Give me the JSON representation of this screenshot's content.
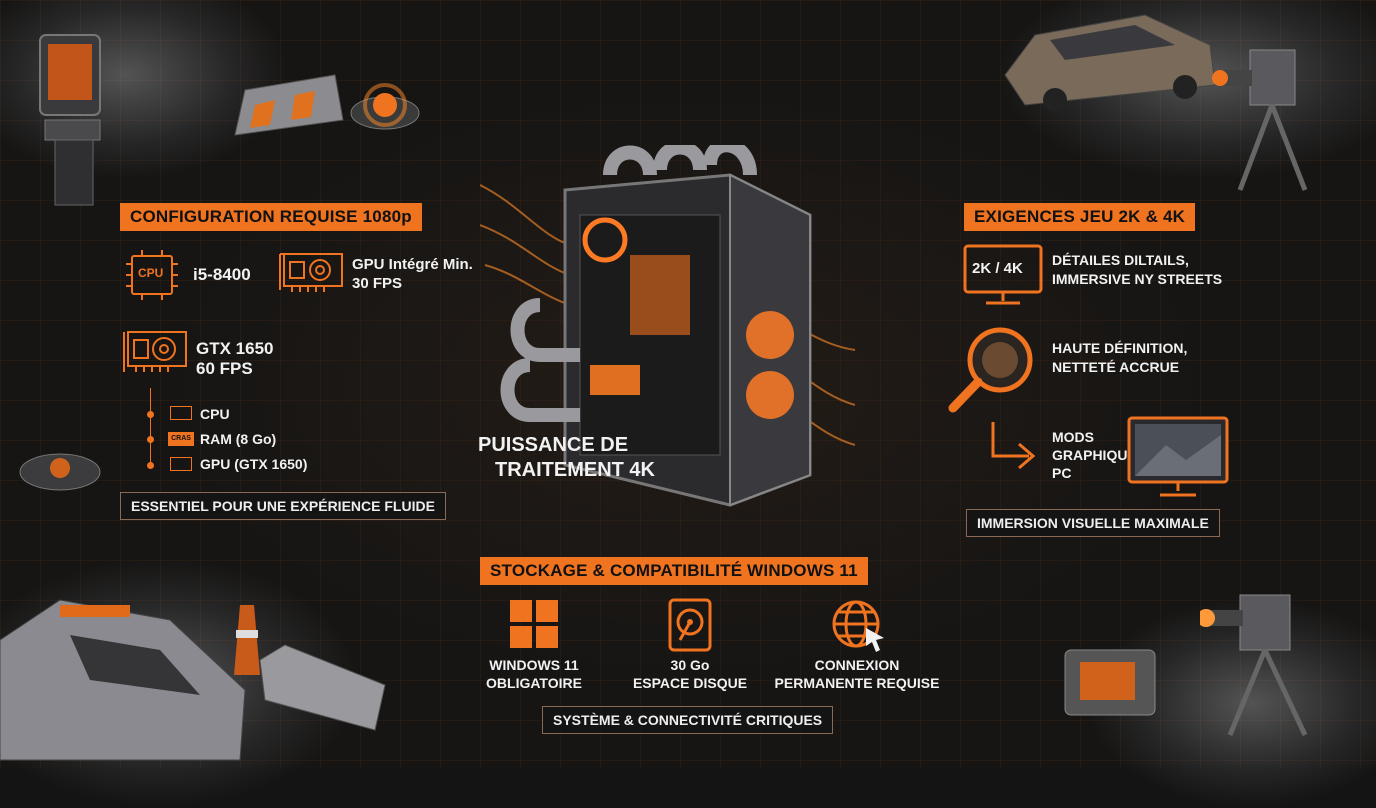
{
  "left": {
    "title": "CONFIGURATION REQUISE 1080p",
    "cpu_icon_label": "CPU",
    "cpu_model": "i5-8400",
    "igpu": {
      "line1": "GPU Intégré Min.",
      "line2": "30 FPS"
    },
    "gpu": {
      "line1": "GTX 1650",
      "line2": "60 FPS"
    },
    "list": [
      {
        "icon_label": "",
        "label": "CPU"
      },
      {
        "icon_label": "CRAS",
        "label": "RAM (8 Go)"
      },
      {
        "icon_label": "",
        "label": "GPU (GTX 1650)"
      }
    ],
    "footer": "ESSENTIEL POUR UNE EXPÉRIENCE FLUIDE"
  },
  "center": {
    "caption": {
      "line1": "PUISSANCE DE",
      "line2": "TRAITEMENT 4K"
    }
  },
  "right": {
    "title": "EXIGENCES JEU 2K & 4K",
    "monitor_label": "2K / 4K",
    "items": [
      {
        "line1": "DÉTAILES DILTAILS,",
        "line2": "IMMERSIVE NY STREETS"
      },
      {
        "line1": "HAUTE DÉFINITION,",
        "line2": "NETTETÉ ACCRUE"
      },
      {
        "line1": "MODS",
        "line2": "GRAPHIQUES",
        "line3": "PC"
      }
    ],
    "footer": "IMMERSION VISUELLE MAXIMALE"
  },
  "bottom": {
    "title": "STOCKAGE & COMPATIBILITÉ WINDOWS 11",
    "items": [
      {
        "line1": "WINDOWS 11",
        "line2": "OBLIGATOIRE"
      },
      {
        "line1": "30 Go",
        "line2": "ESPACE DISQUE"
      },
      {
        "line1": "CONNEXION",
        "line2": "PERMANENTE REQUISE"
      }
    ],
    "footer": "SYSTÈME & CONNECTIVITÉ CRITIQUES"
  },
  "colors": {
    "accent": "#f07320",
    "background": "#161514",
    "text": "#f2f2f2"
  }
}
